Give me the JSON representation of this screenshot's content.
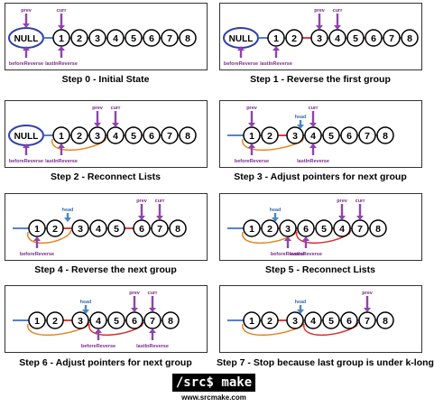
{
  "colors": {
    "pointer": "#8e44ad",
    "head_pointer": "#4a86c5",
    "link_green": "#2e9e3e",
    "link_blue": "#3b6fd1",
    "link_red": "#d62b2b",
    "loop_orange": "#e8811a",
    "loop_red": "#d62b2b",
    "null_oval": "#2f3fa8",
    "node_border": "#000000"
  },
  "pointer_labels": {
    "prev": "prev",
    "curr": "curr",
    "head": "head",
    "before_reverse": "beforeReverse",
    "last_in_reverse": "lastInReverse"
  },
  "null_label": "NULL",
  "steps": [
    {
      "caption": "Step 0 - Initial State",
      "null_visible": true,
      "sequence": [
        1,
        2,
        3,
        4,
        5,
        6,
        7,
        8
      ],
      "gaps_before": [],
      "links": [
        "blue",
        "green",
        "red",
        "blue",
        "green",
        "red",
        "blue",
        "green"
      ],
      "pointers_top": [
        {
          "label": "prev",
          "at": 0
        },
        {
          "label": "curr",
          "at": 1
        }
      ],
      "pointers_bottom": [
        {
          "label": "before_reverse",
          "at": 0
        },
        {
          "label": "last_in_reverse",
          "at": 1
        }
      ],
      "loops": []
    },
    {
      "caption": "Step 1 - Reverse the first group",
      "null_visible": true,
      "sequence": [
        1,
        2,
        3,
        4,
        5,
        6,
        7,
        8
      ],
      "gaps_before": [
        3
      ],
      "links": [
        "blue",
        "green",
        "red",
        "blue",
        "green",
        "red",
        "blue",
        "green"
      ],
      "pointers_top": [
        {
          "label": "prev",
          "at": 3
        },
        {
          "label": "curr",
          "at": 4
        }
      ],
      "pointers_bottom": [
        {
          "label": "before_reverse",
          "at": 0
        },
        {
          "label": "last_in_reverse",
          "at": 1
        }
      ],
      "loops": []
    },
    {
      "caption": "Step 2 - Reconnect Lists",
      "null_visible": true,
      "sequence": [
        1,
        2,
        3,
        4,
        5,
        6,
        7,
        8
      ],
      "gaps_before": [],
      "links": [
        "blue",
        "green",
        "red",
        "blue",
        "green",
        "red",
        "blue",
        "green"
      ],
      "pointers_top": [
        {
          "label": "prev",
          "at": 3
        },
        {
          "label": "curr",
          "at": 4
        }
      ],
      "pointers_bottom": [
        {
          "label": "before_reverse",
          "at": 0
        },
        {
          "label": "last_in_reverse",
          "at": 1
        }
      ],
      "loops": [
        {
          "color": "orange",
          "from": 1,
          "to": 4
        }
      ]
    },
    {
      "caption": "Step 3 - Adjust pointers for next group",
      "null_visible": false,
      "sequence": [
        1,
        2,
        3,
        4,
        5,
        6,
        7,
        8
      ],
      "gaps_before": [
        3
      ],
      "links": [
        "blue",
        "green",
        "red",
        "blue",
        "green",
        "red",
        "blue",
        "green"
      ],
      "pointers_top": [
        {
          "label": "prev",
          "at": 1
        },
        {
          "label": "curr",
          "at": 4
        }
      ],
      "pointers_head": [
        {
          "label": "head",
          "at": 4
        }
      ],
      "pointers_bottom": [
        {
          "label": "before_reverse",
          "at": 1
        },
        {
          "label": "last_in_reverse",
          "at": 4
        }
      ],
      "loops": [
        {
          "color": "orange",
          "from": 1,
          "to": 4
        }
      ]
    },
    {
      "caption": "Step 4 - Reverse the next group",
      "null_visible": false,
      "sequence": [
        1,
        2,
        3,
        4,
        5,
        6,
        7,
        8
      ],
      "gaps_before": [
        3,
        6
      ],
      "links": [
        "blue",
        "green",
        "red",
        "blue",
        "green",
        "red",
        "blue",
        "green"
      ],
      "pointers_top": [
        {
          "label": "prev",
          "at": 6
        },
        {
          "label": "curr",
          "at": 7
        }
      ],
      "pointers_head": [
        {
          "label": "head",
          "at": 3
        }
      ],
      "pointers_bottom": [
        {
          "label": "before_reverse",
          "at": 1
        }
      ],
      "loops": [
        {
          "color": "orange",
          "from": 1,
          "to": 3
        }
      ]
    },
    {
      "caption": "Step 5 - Reconnect Lists",
      "null_visible": false,
      "sequence": [
        1,
        2,
        3,
        6,
        5,
        4,
        7,
        8
      ],
      "gaps_before": [],
      "links": [
        "blue",
        "green",
        "red",
        "blue",
        "green",
        "red",
        "blue",
        "green"
      ],
      "pointers_top": [
        {
          "label": "prev",
          "at": 6
        },
        {
          "label": "curr",
          "at": 7
        }
      ],
      "pointers_head": [
        {
          "label": "head",
          "at": 3
        }
      ],
      "pointers_bottom": [
        {
          "label": "before_reverse",
          "at": 3
        },
        {
          "label": "last_in_reverse",
          "at": 4
        }
      ],
      "loops": [
        {
          "color": "orange",
          "from": 1,
          "to": 4
        },
        {
          "color": "red",
          "from": 4,
          "to": 7
        }
      ]
    },
    {
      "caption": "Step 6 - Adjust pointers for next group",
      "null_visible": false,
      "sequence": [
        1,
        2,
        3,
        4,
        5,
        6,
        7,
        8
      ],
      "gaps_before": [
        3
      ],
      "links": [
        "blue",
        "green",
        "red",
        "blue",
        "green",
        "red",
        "blue",
        "green"
      ],
      "pointers_top": [
        {
          "label": "prev",
          "at": 6
        },
        {
          "label": "curr",
          "at": 7
        }
      ],
      "pointers_head": [
        {
          "label": "head",
          "at": 4
        }
      ],
      "pointers_bottom": [
        {
          "label": "before_reverse",
          "at": 4
        },
        {
          "label": "last_in_reverse",
          "at": 7
        }
      ],
      "loops": [
        {
          "color": "orange",
          "from": 1,
          "to": 4
        },
        {
          "color": "red",
          "from": 4,
          "to": 7
        }
      ]
    },
    {
      "caption": "Step 7 - Stop because last group is under k-long",
      "null_visible": false,
      "sequence": [
        1,
        2,
        3,
        4,
        5,
        6,
        7,
        8
      ],
      "gaps_before": [
        3
      ],
      "links": [
        "blue",
        "green",
        "red",
        "blue",
        "green",
        "red",
        "blue",
        "green"
      ],
      "pointers_top": [
        {
          "label": "prev",
          "at": 7
        }
      ],
      "pointers_head": [
        {
          "label": "head",
          "at": 4
        }
      ],
      "pointers_bottom": [],
      "loops": [
        {
          "color": "orange",
          "from": 1,
          "to": 4
        },
        {
          "color": "red",
          "from": 4,
          "to": 7
        }
      ]
    }
  ],
  "brand": {
    "logo_text": "/src$ make",
    "url": "www.srcmake.com"
  }
}
